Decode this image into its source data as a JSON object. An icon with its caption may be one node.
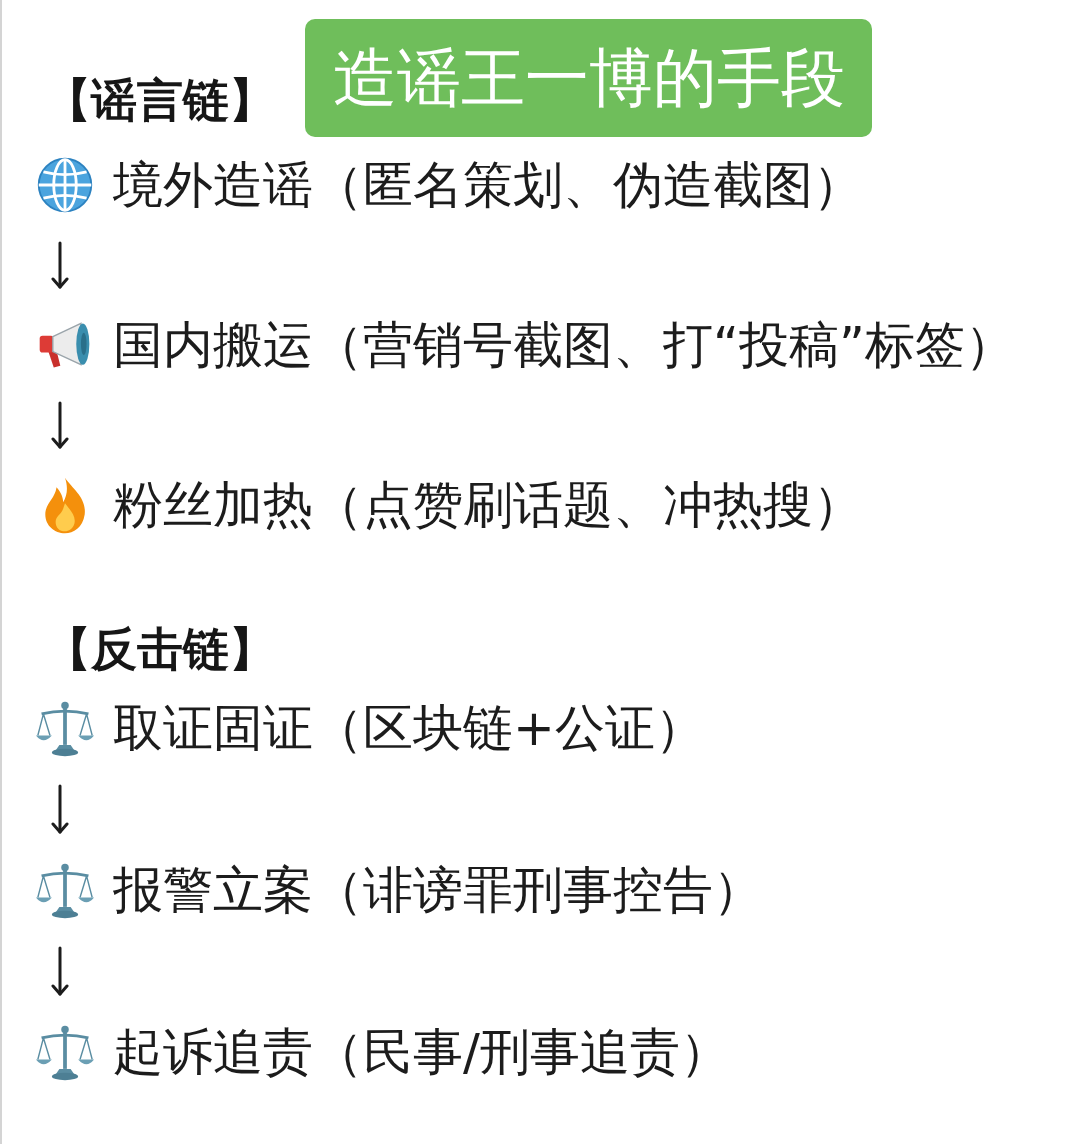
{
  "diagram": {
    "title": "造谣王一博的手段",
    "nodes": [
      {
        "text": [
          "境外造谣（匿名策划、伪造截图）"
        ]
      },
      {
        "text": [
          "国内搬运（营销号截图、打“投稿”标签）"
        ]
      },
      {
        "text": [
          "粉丝加热（点赞刷话题、冲热搜）"
        ]
      },
      {
        "text": [
          "取证固证（区块链+公证）"
        ]
      },
      {
        "text": [
          "报警立案（诽谤罪刑事控告）"
        ]
      },
      {
        "text": [
          "起诉追责（民事/刑事追责）"
        ]
      }
    ],
    "edges": [
      {
        "from": 0,
        "to": 1,
        "arrow": "to"
      },
      {
        "from": 1,
        "to": 2,
        "arrow": "to"
      },
      {
        "from": 3,
        "to": 4,
        "arrow": "to"
      },
      {
        "from": 4,
        "to": 5,
        "arrow": "to"
      }
    ],
    "labels": [
      "【谣言链】",
      "【反击链】"
    ]
  }
}
